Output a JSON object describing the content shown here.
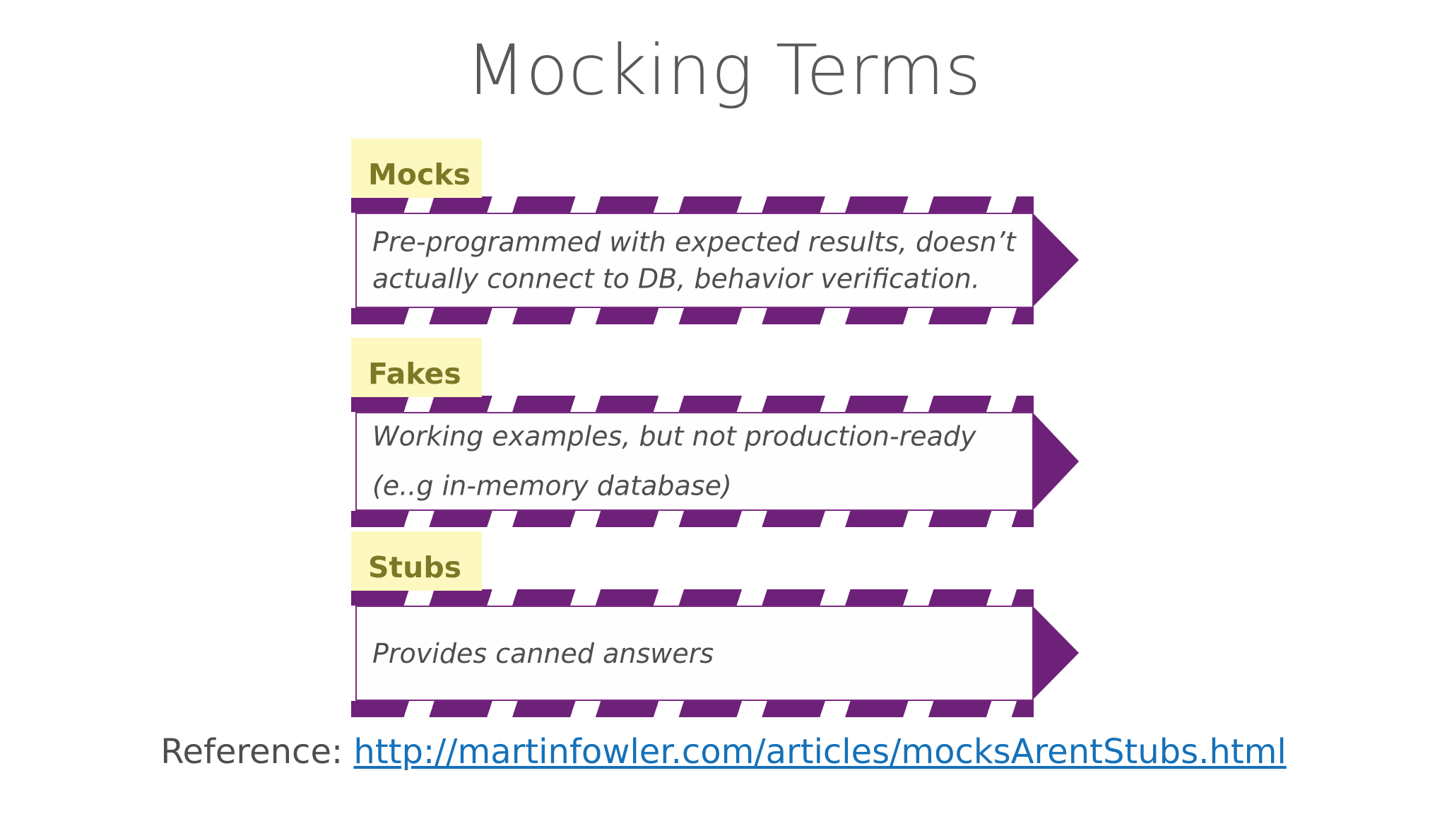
{
  "slide": {
    "title": "Mocking Terms",
    "background_color": "#ffffff"
  },
  "theme": {
    "purple": "#6e2179",
    "purple_border": "#7b2b84",
    "label_yellow": "#fdf8c0",
    "label_text_olive": "#7e7826",
    "body_text_gray": "#4e4e50",
    "title_gray": "#59595b",
    "link_blue": "#1571b9"
  },
  "terms": [
    {
      "label": "Mocks",
      "lines": [
        "Pre-programmed with expected results, doesn’t",
        "actually connect to DB, behavior verification."
      ],
      "spaced": false
    },
    {
      "label": "Fakes",
      "lines": [
        "Working examples, but not production-ready",
        "(e..g in-memory database)"
      ],
      "spaced": true
    },
    {
      "label": "Stubs",
      "lines": [
        "Provides canned answers"
      ],
      "spaced": false
    }
  ],
  "reference": {
    "label": "Reference: ",
    "url_text": "http://martinfowler.com/articles/mocksArentStubs.html"
  }
}
